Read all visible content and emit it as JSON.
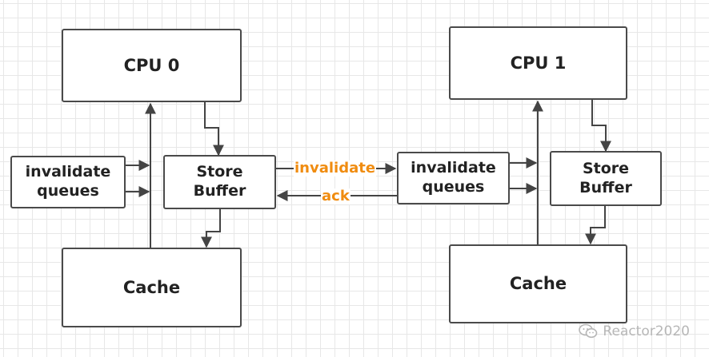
{
  "diagram": {
    "left": {
      "cpu": "CPU 0",
      "cache": "Cache",
      "store_buffer": [
        "Store",
        "Buffer"
      ],
      "invalidate_queues": [
        "invalidate",
        "queues"
      ]
    },
    "right": {
      "cpu": "CPU 1",
      "cache": "Cache",
      "store_buffer": [
        "Store",
        "Buffer"
      ],
      "invalidate_queues": [
        "invalidate",
        "queues"
      ]
    },
    "messages": {
      "invalidate": "invalidate",
      "ack": "ack"
    },
    "colors": {
      "label_accent": "#f08c10",
      "box_border": "#4a4a4a",
      "grid": "#e7e7e7"
    }
  },
  "watermark": {
    "icon": "wechat-icon",
    "text": "Reactor2020"
  }
}
